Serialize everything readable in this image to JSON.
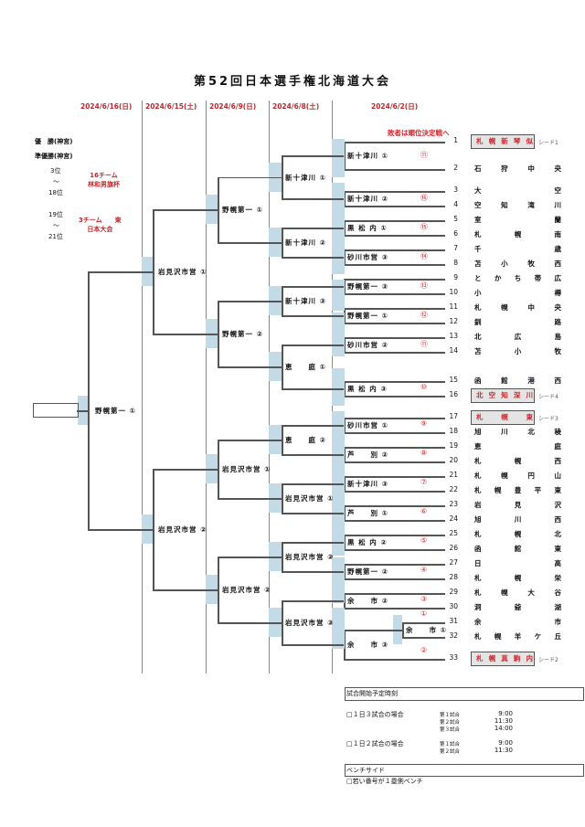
{
  "title": "第52回日本選手権北海道大会",
  "dates": [
    "2024/6/16(日)",
    "2024/6/15(土)",
    "2024/6/9(日)",
    "2024/6/8(土)",
    "2024/6/2(日)"
  ],
  "legend": {
    "champion": "優　勝(神宮)",
    "runner_up": "準優勝(神宮)",
    "rank3_top": "3位",
    "tilde": "～",
    "rank3_bottom": "18位",
    "rank19_top": "19位",
    "rank19_bottom": "21位",
    "note16_line1": "16チーム",
    "note16_line2": "林和男旗杯",
    "note3_line1": "3チーム　　東",
    "note3_line2": "日本大会"
  },
  "loser_note": "敗者は順位決定戦へ",
  "teams": [
    {
      "no": "1",
      "name": "札幌新琴似",
      "seed": "シード1"
    },
    {
      "no": "2",
      "name": "石狩中央"
    },
    {
      "no": "3",
      "name": "大空"
    },
    {
      "no": "4",
      "name": "空知滝川"
    },
    {
      "no": "5",
      "name": "室蘭"
    },
    {
      "no": "6",
      "name": "札幌南"
    },
    {
      "no": "7",
      "name": "千歳"
    },
    {
      "no": "8",
      "name": "苫小牧西"
    },
    {
      "no": "9",
      "name": "とかち帯広"
    },
    {
      "no": "10",
      "name": "小樽"
    },
    {
      "no": "11",
      "name": "札幌中央"
    },
    {
      "no": "12",
      "name": "釧路"
    },
    {
      "no": "13",
      "name": "北広島"
    },
    {
      "no": "14",
      "name": "苫小牧"
    },
    {
      "no": "15",
      "name": "函館港西"
    },
    {
      "no": "16",
      "name": "北空知深川",
      "seed": "シード4"
    },
    {
      "no": "17",
      "name": "札幌東",
      "seed": "シード3"
    },
    {
      "no": "18",
      "name": "旭川北稜"
    },
    {
      "no": "19",
      "name": "恵庭"
    },
    {
      "no": "20",
      "name": "札幌西"
    },
    {
      "no": "21",
      "name": "札幌円山"
    },
    {
      "no": "22",
      "name": "札幌豊平東"
    },
    {
      "no": "23",
      "name": "岩見沢"
    },
    {
      "no": "24",
      "name": "旭川西"
    },
    {
      "no": "25",
      "name": "札幌北"
    },
    {
      "no": "26",
      "name": "函館東"
    },
    {
      "no": "27",
      "name": "日高"
    },
    {
      "no": "28",
      "name": "札幌栄"
    },
    {
      "no": "29",
      "name": "札幌大谷"
    },
    {
      "no": "30",
      "name": "洞爺湖"
    },
    {
      "no": "31",
      "name": "余市"
    },
    {
      "no": "32",
      "name": "札幌羊ケ丘"
    },
    {
      "no": "33",
      "name": "札幌真駒内",
      "seed": "シード2"
    }
  ],
  "round1": [
    {
      "venue": "新十津川 ①",
      "match": "⑪"
    },
    {
      "venue": "新十津川 ②",
      "match": "⑯"
    },
    {
      "venue": "黒 松 内 ①",
      "match": "⑮"
    },
    {
      "venue": "砂川市営 ③",
      "match": "⑭"
    },
    {
      "venue": "野幌第一 ③",
      "match": "⑬"
    },
    {
      "venue": "野幌第一 ①",
      "match": "⑫"
    },
    {
      "venue": "砂川市営 ②",
      "match": "⑪"
    },
    {
      "venue": "黒 松 内 ③",
      "match": "⑩"
    },
    {
      "venue": "砂川市営 ①",
      "match": "⑨"
    },
    {
      "venue": "芦　　別 ②",
      "match": "⑧"
    },
    {
      "venue": "新十津川 ③",
      "match": "⑦"
    },
    {
      "venue": "芦　　別 ①",
      "match": "⑥"
    },
    {
      "venue": "黒 松 内 ②",
      "match": "⑤"
    },
    {
      "venue": "野幌第一 ②",
      "match": "④"
    },
    {
      "venue": "余　　市 ②",
      "match": "③"
    },
    {
      "venue": "余　　市 ③",
      "match": "②"
    },
    {
      "venue": "余　　市 ①",
      "match": "①"
    }
  ],
  "round2": [
    "新十津川 ①",
    "新十津川 ②",
    "新十津川 ③",
    "恵　　庭 ①",
    "恵　　庭 ②",
    "岩見沢市営 ①",
    "岩見沢市営 ②",
    "岩見沢市営 ③"
  ],
  "round3": [
    "野幌第一 ①",
    "野幌第一 ②",
    "岩見沢市営 ①",
    "岩見沢市営 ②"
  ],
  "round4": [
    "岩見沢市営 ①",
    "岩見沢市営 ②"
  ],
  "final": "野幌第一 ①",
  "schedule": {
    "header": "試合開始予定時刻",
    "case3": "□１日３試合の場合",
    "case3_games": [
      {
        "label": "第１試合",
        "time": "9:00"
      },
      {
        "label": "第２試合",
        "time": "11:30"
      },
      {
        "label": "第３試合",
        "time": "14:00"
      }
    ],
    "case2": "□１日２試合の場合",
    "case2_games": [
      {
        "label": "第１試合",
        "time": "9:00"
      },
      {
        "label": "第２試合",
        "time": "11:30"
      }
    ],
    "bench_header": "ベンチサイド",
    "bench_note": "□若い番号が１塁側ベンチ"
  },
  "colors": {
    "accent_red": "#d0262b",
    "shade_blue": "#c3dbe6",
    "line": "#555555"
  }
}
